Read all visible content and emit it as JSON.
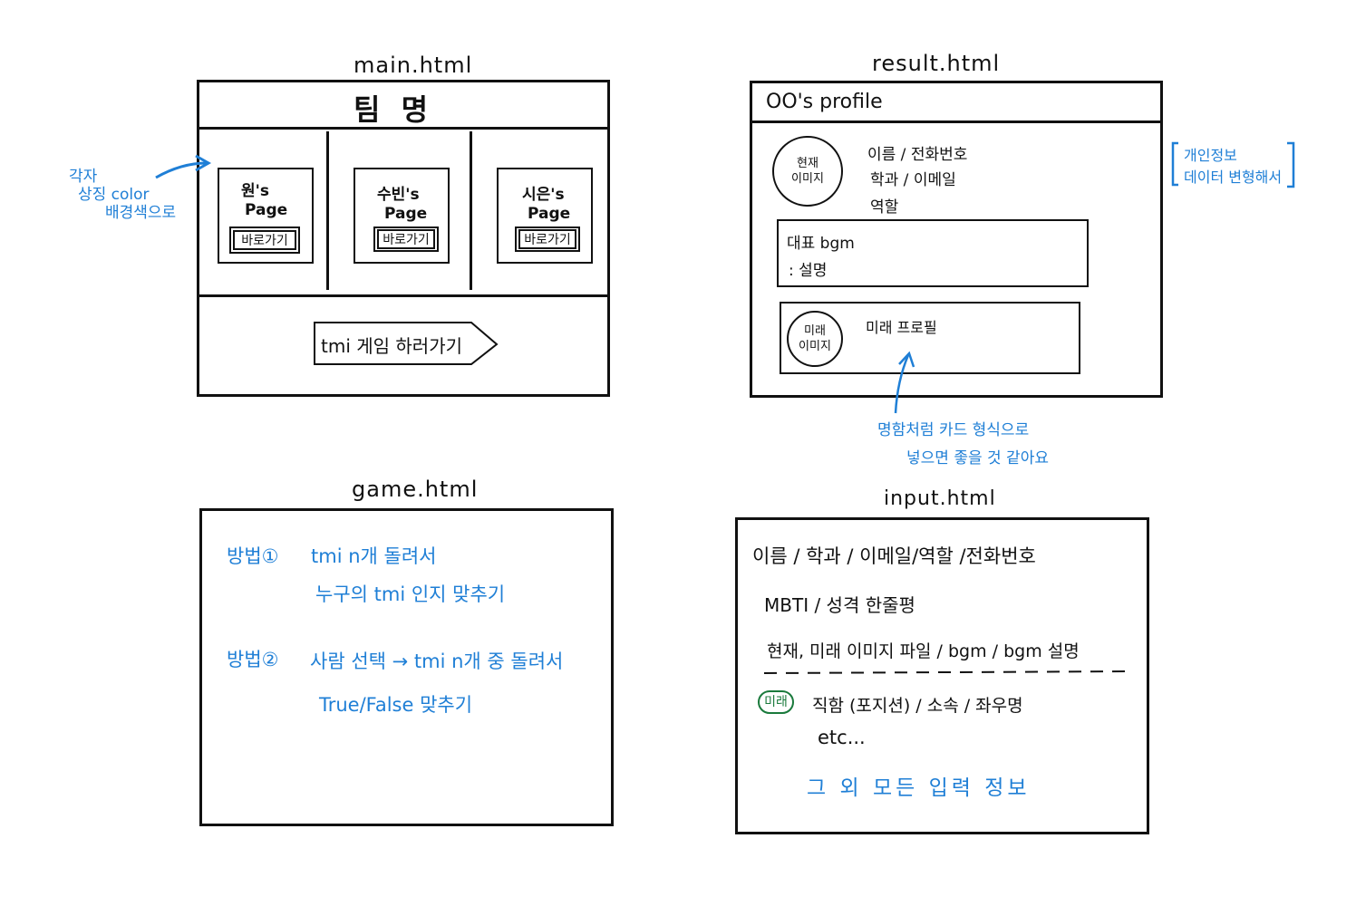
{
  "main": {
    "caption": "main.html",
    "team_title": "팀 명",
    "annotation": [
      "각자",
      "상징 color",
      "배경색으로"
    ],
    "cards": [
      {
        "name": "원's",
        "page": "Page",
        "button": "바로가기"
      },
      {
        "name": "수빈's",
        "page": "Page",
        "button": "바로가기"
      },
      {
        "name": "시은's",
        "page": "Page",
        "button": "바로가기"
      }
    ],
    "tmi_button": "tmi 게임 하러가기"
  },
  "result": {
    "caption": "result.html",
    "title": "OO's profile",
    "current_image": "현재\n이미지",
    "info_lines": [
      "이름 / 전화번호",
      "학과 / 이메일",
      "역할"
    ],
    "side_note": [
      "개인정보",
      "데이터 변형해서"
    ],
    "bgm_lines": [
      "대표 bgm",
      ": 설명"
    ],
    "future_image": "미래\n이미지",
    "future_profile": "미래 프로필",
    "card_note": [
      "명함처럼 카드 형식으로",
      "넣으면 좋을 것 같아요"
    ]
  },
  "game": {
    "caption": "game.html",
    "method1_label": "방법①",
    "method1_lines": [
      "tmi n개 돌려서",
      "누구의 tmi 인지 맞추기"
    ],
    "method2_label": "방법②",
    "method2_lines": [
      "사람 선택 → tmi n개 중 돌려서",
      "True/False 맞추기"
    ]
  },
  "input": {
    "caption": "input.html",
    "lines": [
      "이름 / 학과 / 이메일/역할 /전화번호",
      "MBTI / 성격 한줄평",
      "현재, 미래 이미지 파일 / bgm / bgm 설명"
    ],
    "future_badge": "미래",
    "future_fields": "직함 (포지션) / 소속 / 좌우명",
    "etc": "etc...",
    "all_info": "그 외 모든 입력 정보"
  }
}
